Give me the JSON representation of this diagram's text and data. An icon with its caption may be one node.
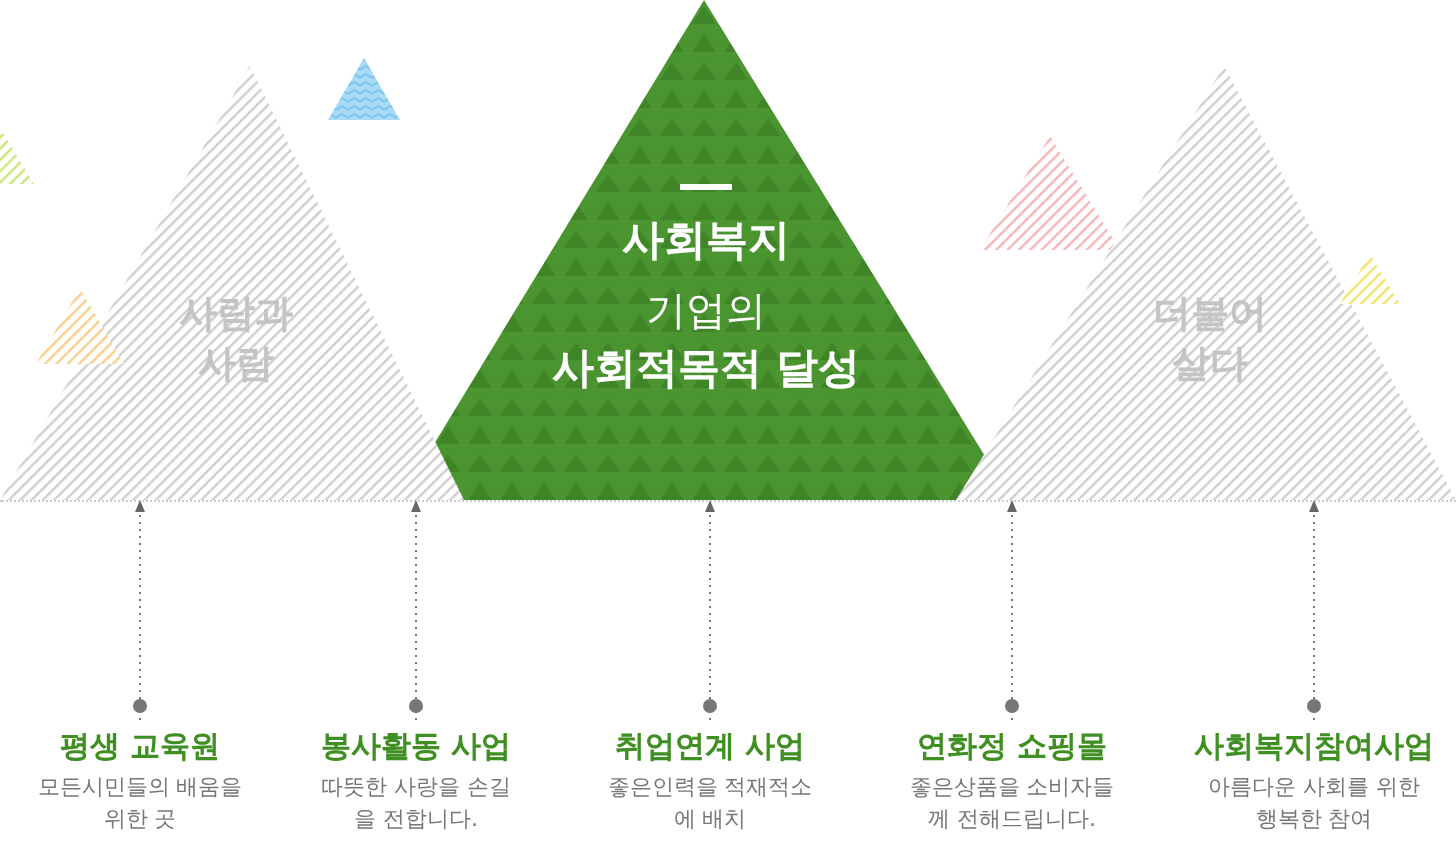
{
  "diagram": {
    "nodes": [
      {
        "text": [
          "사회복지",
          "기업의",
          "사회적목적 달성"
        ]
      },
      {
        "text": [
          "사람과 사람"
        ]
      },
      {
        "text": [
          "더불어 살다"
        ]
      },
      {
        "text": [
          "평생 교육원",
          "모든시민들의 배움을 위한 곳"
        ]
      },
      {
        "text": [
          "봉사활동 사업",
          "따뜻한 사랑을 손길을 전합니다."
        ]
      },
      {
        "text": [
          "취업연계 사업",
          "좋은인력을 적재적소에 배치"
        ]
      },
      {
        "text": [
          "연화정 쇼핑몰",
          "좋은상품을 소비자들께 전해드립니다."
        ]
      },
      {
        "text": [
          "사회복지참여사업",
          "아름다운 사회를 위한 행복한 참여"
        ]
      }
    ],
    "edges": [
      {
        "from": 3,
        "to": 1,
        "arrow": "to",
        "style": "dashed"
      },
      {
        "from": 4,
        "to": 1,
        "arrow": "to",
        "style": "dashed"
      },
      {
        "from": 5,
        "to": 0,
        "arrow": "to",
        "style": "dashed"
      },
      {
        "from": 6,
        "to": 2,
        "arrow": "to",
        "style": "dashed"
      },
      {
        "from": 7,
        "to": 2,
        "arrow": "to",
        "style": "dashed"
      }
    ]
  }
}
